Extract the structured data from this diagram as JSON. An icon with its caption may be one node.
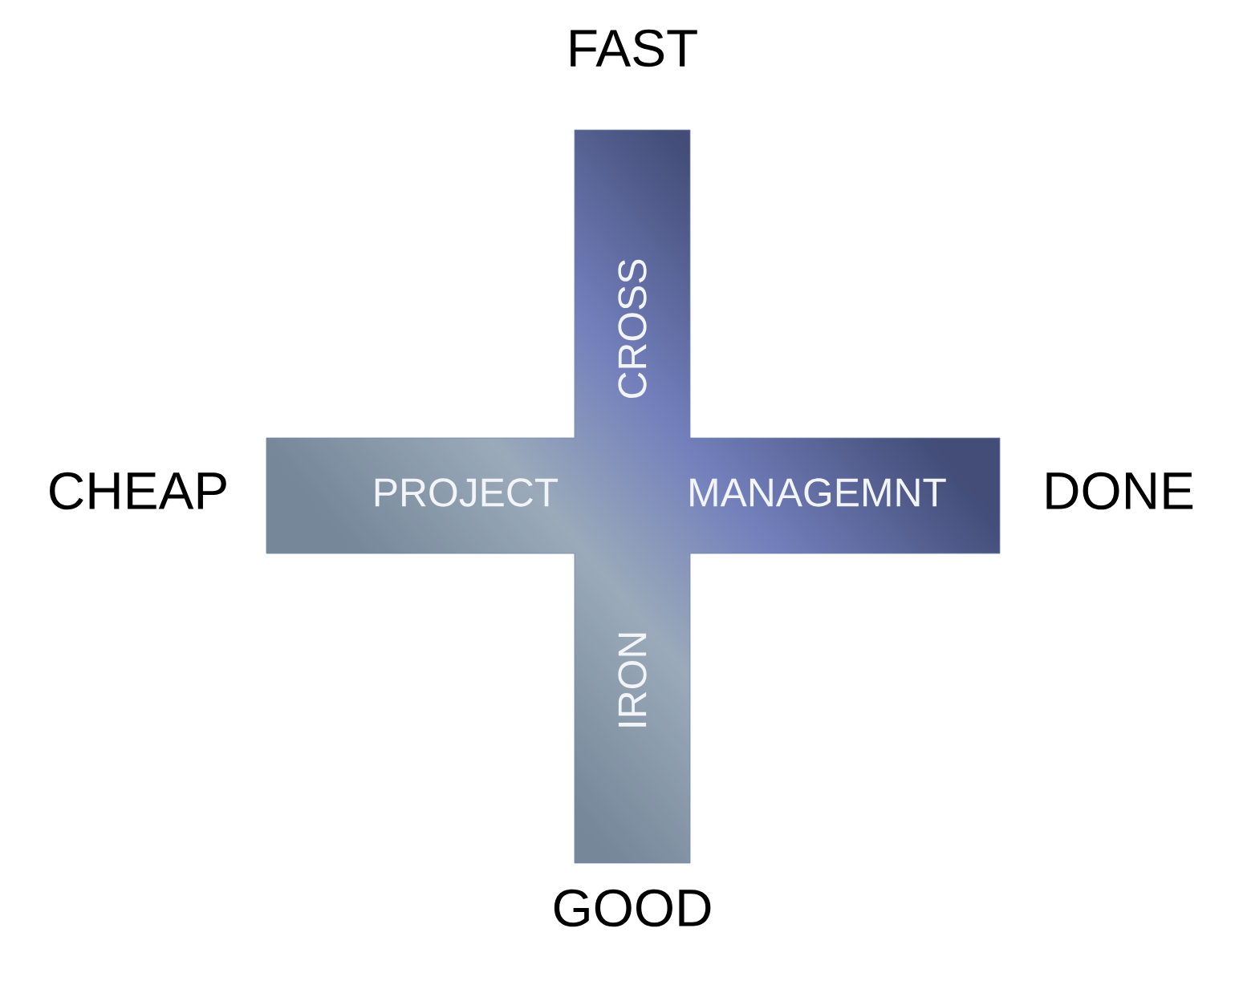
{
  "diagram": {
    "nodes": [
      {
        "text": [
          "CROSS",
          "PROJECT",
          "MANAGEMNT",
          "IRON"
        ],
        "beside": [
          "FAST",
          "CHEAP",
          "DONE",
          "GOOD"
        ]
      }
    ]
  }
}
